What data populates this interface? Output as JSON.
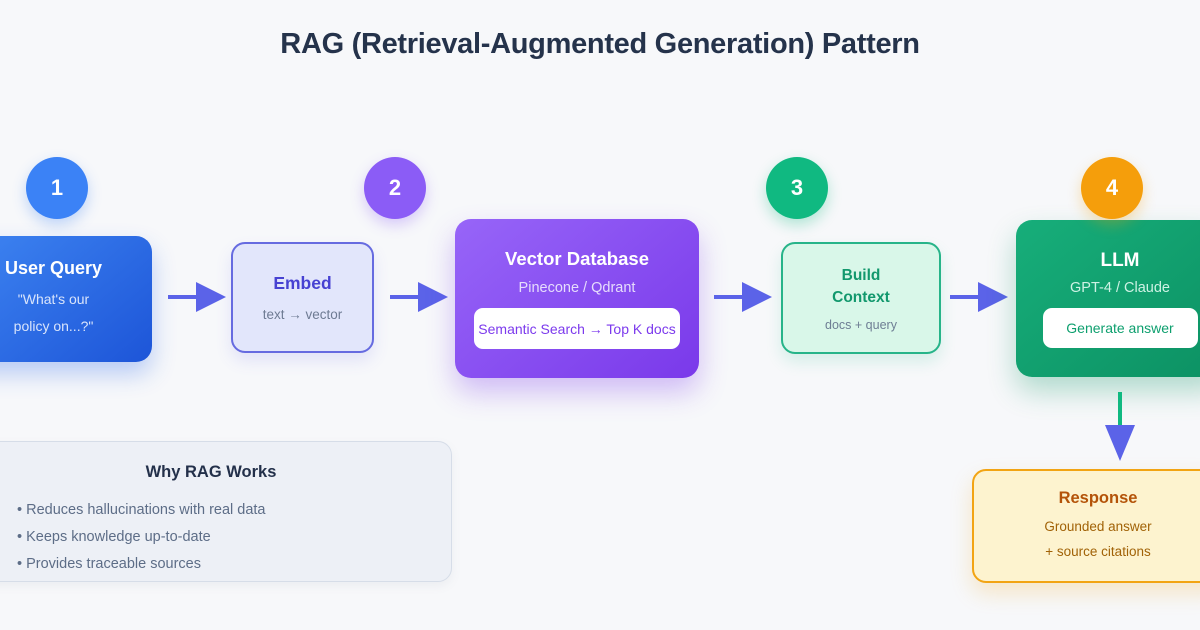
{
  "title": "RAG (Retrieval-Augmented Generation) Pattern",
  "badges": [
    {
      "number": "1",
      "color": "#3b82f6"
    },
    {
      "number": "2",
      "color": "#8b5cf6"
    },
    {
      "number": "3",
      "color": "#10b981"
    },
    {
      "number": "4",
      "color": "#f59e0b"
    }
  ],
  "nodes": {
    "user_query": {
      "title": "User Query",
      "line1": "\"What's our",
      "line2": "policy on...?\""
    },
    "embed": {
      "title": "Embed",
      "subtitle": "text → vector"
    },
    "vector_db": {
      "title": "Vector Database",
      "subtitle": "Pinecone / Qdrant",
      "pill": "Semantic Search → Top K docs"
    },
    "build_context": {
      "title_line1": "Build",
      "title_line2": "Context",
      "subtitle": "docs + query"
    },
    "llm": {
      "title": "LLM",
      "subtitle": "GPT-4 / Claude",
      "pill": "Generate answer"
    },
    "response": {
      "title": "Response",
      "line1": "Grounded answer",
      "line2": "+ source citations"
    }
  },
  "why_box": {
    "title": "Why RAG Works",
    "bullets": [
      "• Reduces hallucinations with real data",
      "• Keeps knowledge up-to-date",
      "• Provides traceable sources"
    ]
  },
  "colors": {
    "background": "#f7f8fa",
    "arrow": "#5b63e8",
    "arrow_down_stem": "#10b981",
    "blue": "#3b82f6",
    "violet": "#8b5cf6",
    "emerald": "#10b981",
    "amber": "#f59e0b"
  }
}
